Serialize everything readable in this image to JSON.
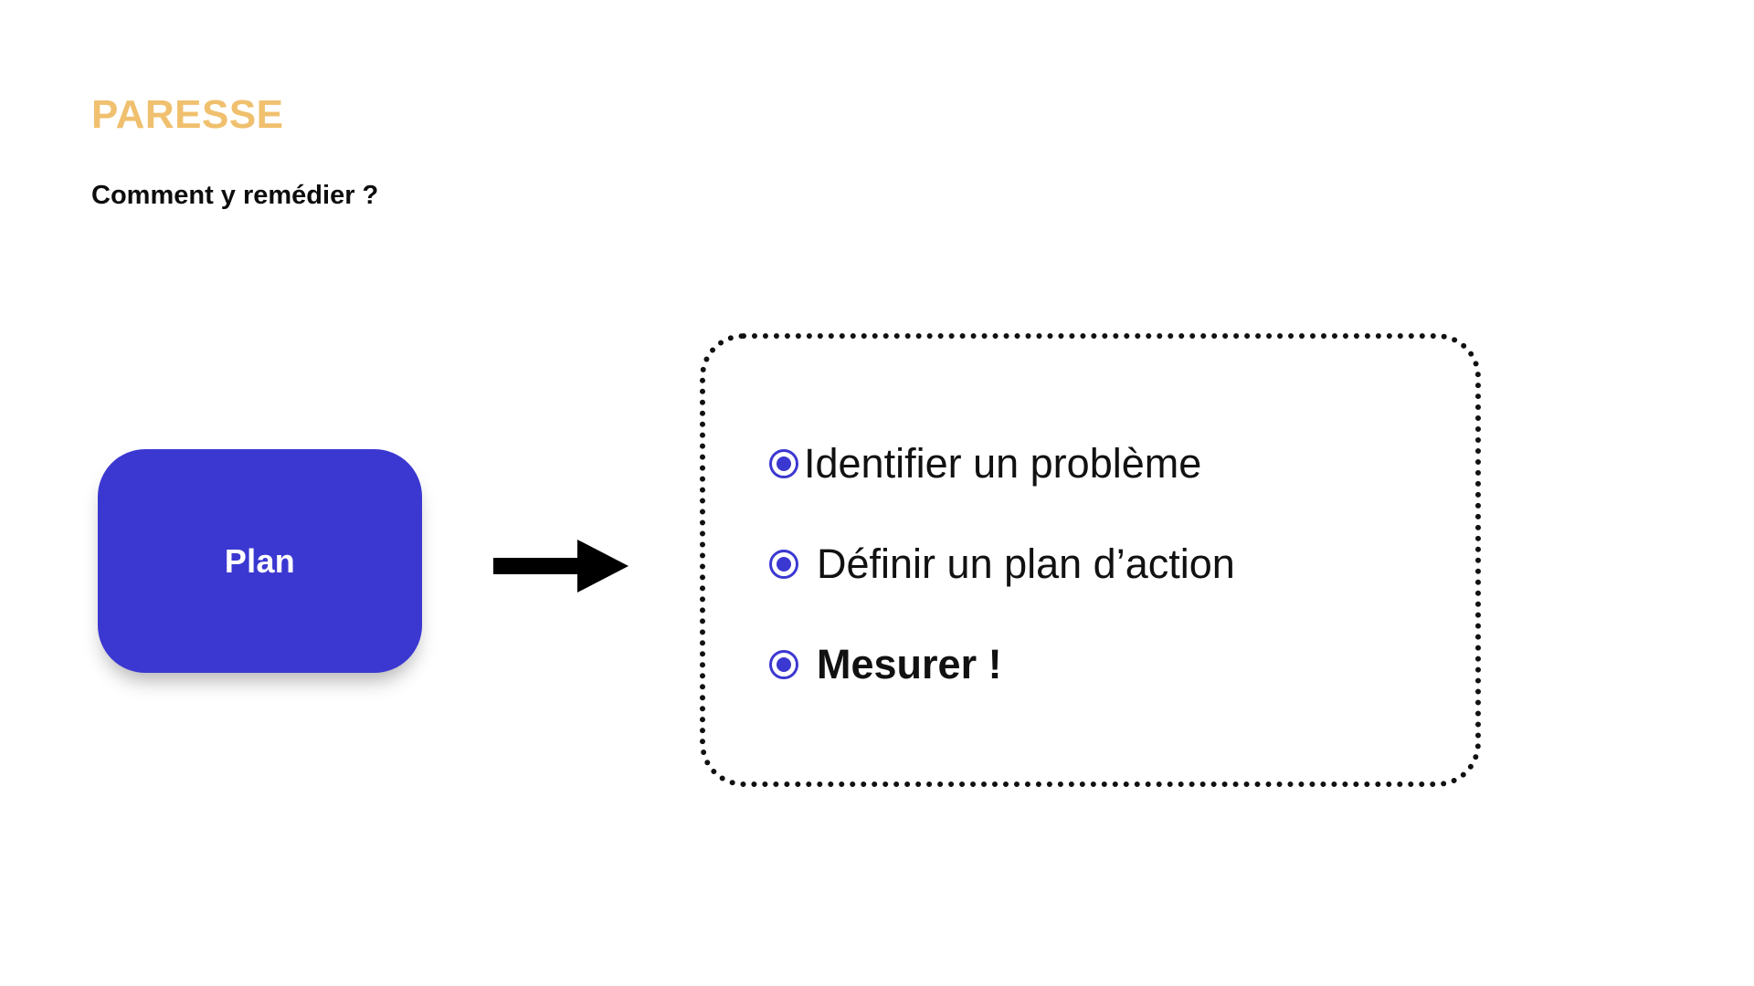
{
  "slide": {
    "title": "PARESSE",
    "subtitle": "Comment y remédier ?",
    "title_color": "#f0c06e",
    "accent_color": "#3b38d1",
    "background_color": "#ffffff"
  },
  "node": {
    "label": "Plan",
    "fill_color": "#3b38d1",
    "text_color": "#ffffff"
  },
  "connector": {
    "icon": "arrow-right-icon",
    "color": "#000000"
  },
  "panel": {
    "border_style": "dotted",
    "border_color": "#111111",
    "steps": [
      {
        "bullet": "radio-bullet-icon",
        "label": "Identifier un problème",
        "emphasis": "normal"
      },
      {
        "bullet": "radio-bullet-icon",
        "label": "Définir un plan d’action",
        "emphasis": "normal"
      },
      {
        "bullet": "radio-bullet-icon",
        "label": "Mesurer !",
        "emphasis": "bold"
      }
    ]
  }
}
